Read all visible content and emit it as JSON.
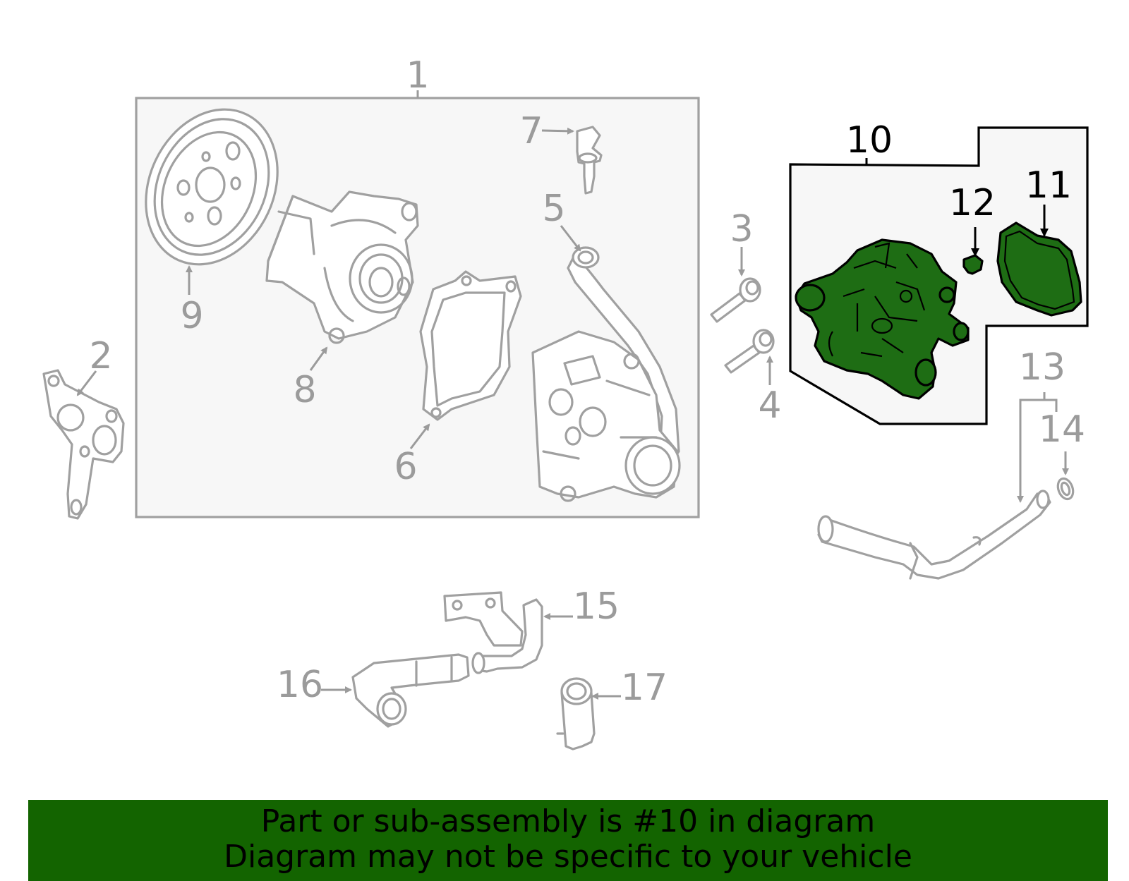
{
  "diagram": {
    "callouts": [
      {
        "id": "1",
        "label": "1"
      },
      {
        "id": "2",
        "label": "2"
      },
      {
        "id": "3",
        "label": "3"
      },
      {
        "id": "4",
        "label": "4"
      },
      {
        "id": "5",
        "label": "5"
      },
      {
        "id": "6",
        "label": "6"
      },
      {
        "id": "7",
        "label": "7"
      },
      {
        "id": "8",
        "label": "8"
      },
      {
        "id": "9",
        "label": "9"
      },
      {
        "id": "10",
        "label": "10"
      },
      {
        "id": "11",
        "label": "11"
      },
      {
        "id": "12",
        "label": "12"
      },
      {
        "id": "13",
        "label": "13"
      },
      {
        "id": "14",
        "label": "14"
      },
      {
        "id": "15",
        "label": "15"
      },
      {
        "id": "16",
        "label": "16"
      },
      {
        "id": "17",
        "label": "17"
      }
    ],
    "highlighted_part": "10",
    "colors": {
      "highlight": "#1e6d14",
      "banner": "#136400",
      "line_art": "#a0a0a0"
    }
  },
  "banner": {
    "line1": "Part or sub-assembly is #10 in diagram",
    "line2": "Diagram may not be specific to your vehicle"
  }
}
